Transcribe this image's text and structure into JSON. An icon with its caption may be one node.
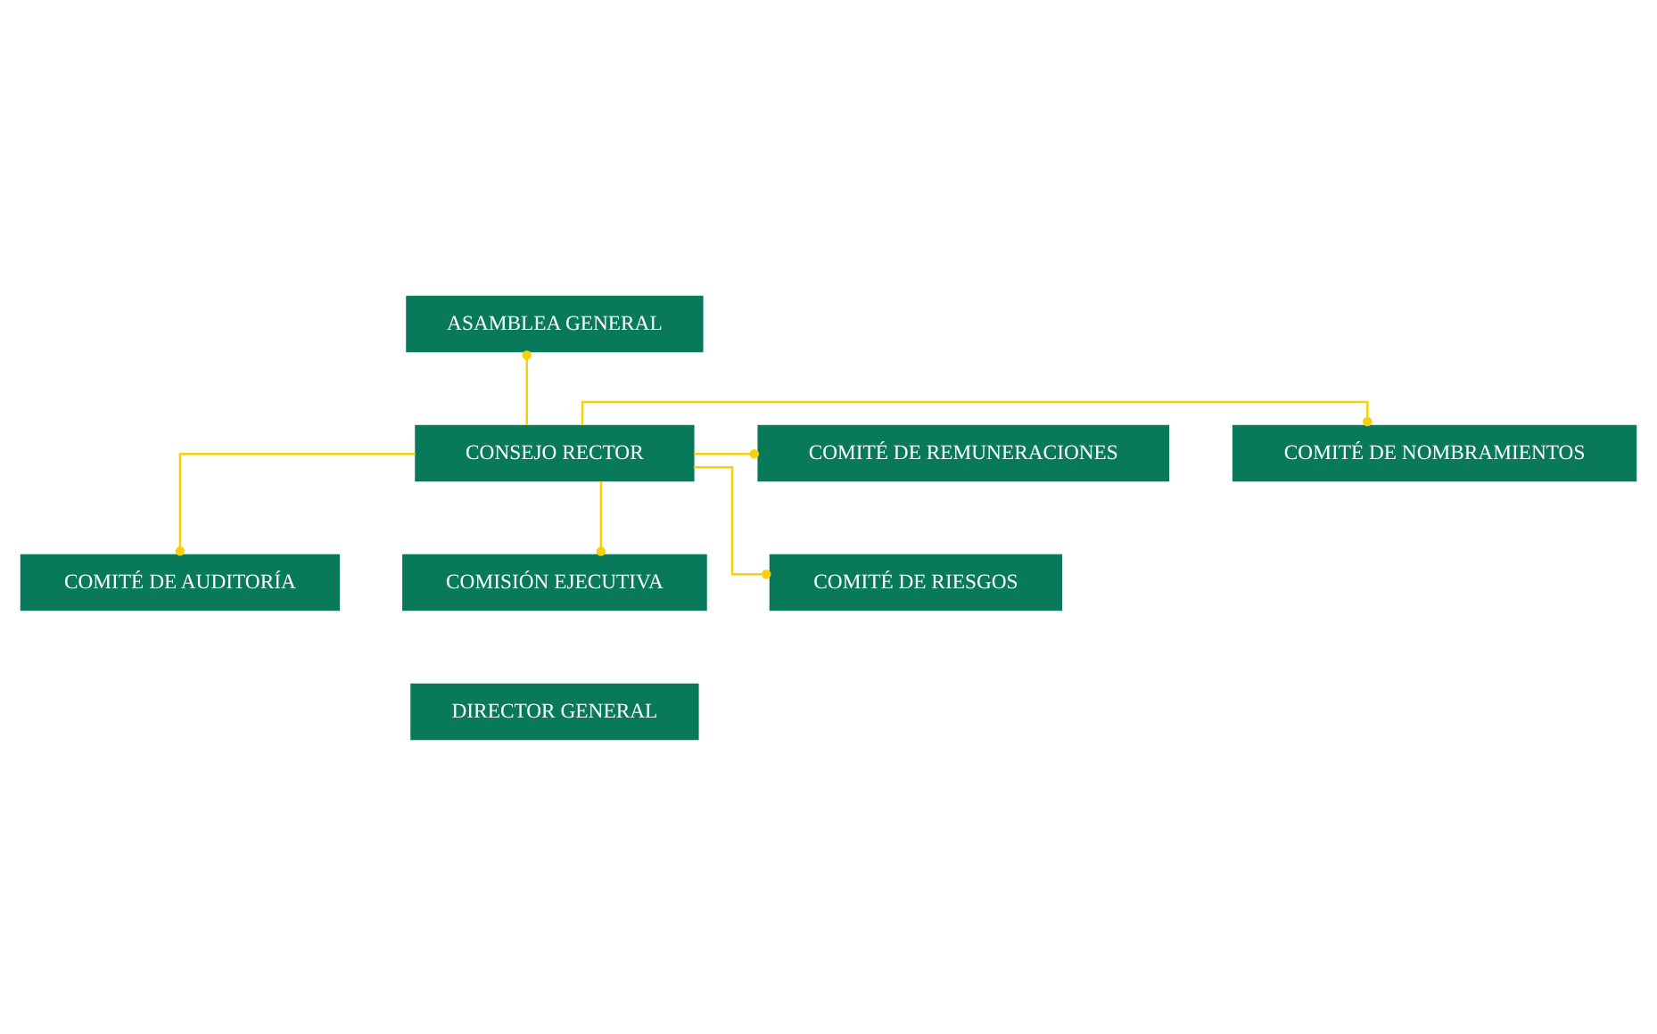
{
  "diagram": {
    "nodes": [
      {
        "text": [
          "ASAMBLEA GENERAL"
        ]
      },
      {
        "text": [
          "COMITÉ DE NOMBRAMIENTOS"
        ]
      },
      {
        "text": [
          "CONSEJO RECTOR"
        ]
      },
      {
        "text": [
          "COMITÉ DE REMUNERACIONES"
        ]
      },
      {
        "text": [
          "COMITÉ DE AUDITORÍA"
        ]
      },
      {
        "text": [
          "COMITÉ DE RIESGOS"
        ]
      },
      {
        "text": [
          "COMISIÓN EJECUTIVA"
        ]
      },
      {
        "text": [
          "DIRECTOR GENERAL"
        ]
      }
    ],
    "edges": [
      {
        "from": 2,
        "to": 0,
        "arrow": "other"
      },
      {
        "from": 2,
        "to": 1,
        "arrow": "other"
      },
      {
        "from": 2,
        "to": 4,
        "arrow": "other"
      },
      {
        "from": 2,
        "to": 3,
        "arrow": "other"
      },
      {
        "from": 2,
        "to": 5,
        "arrow": "other"
      },
      {
        "from": 2,
        "to": 6,
        "arrow": "other"
      }
    ]
  }
}
